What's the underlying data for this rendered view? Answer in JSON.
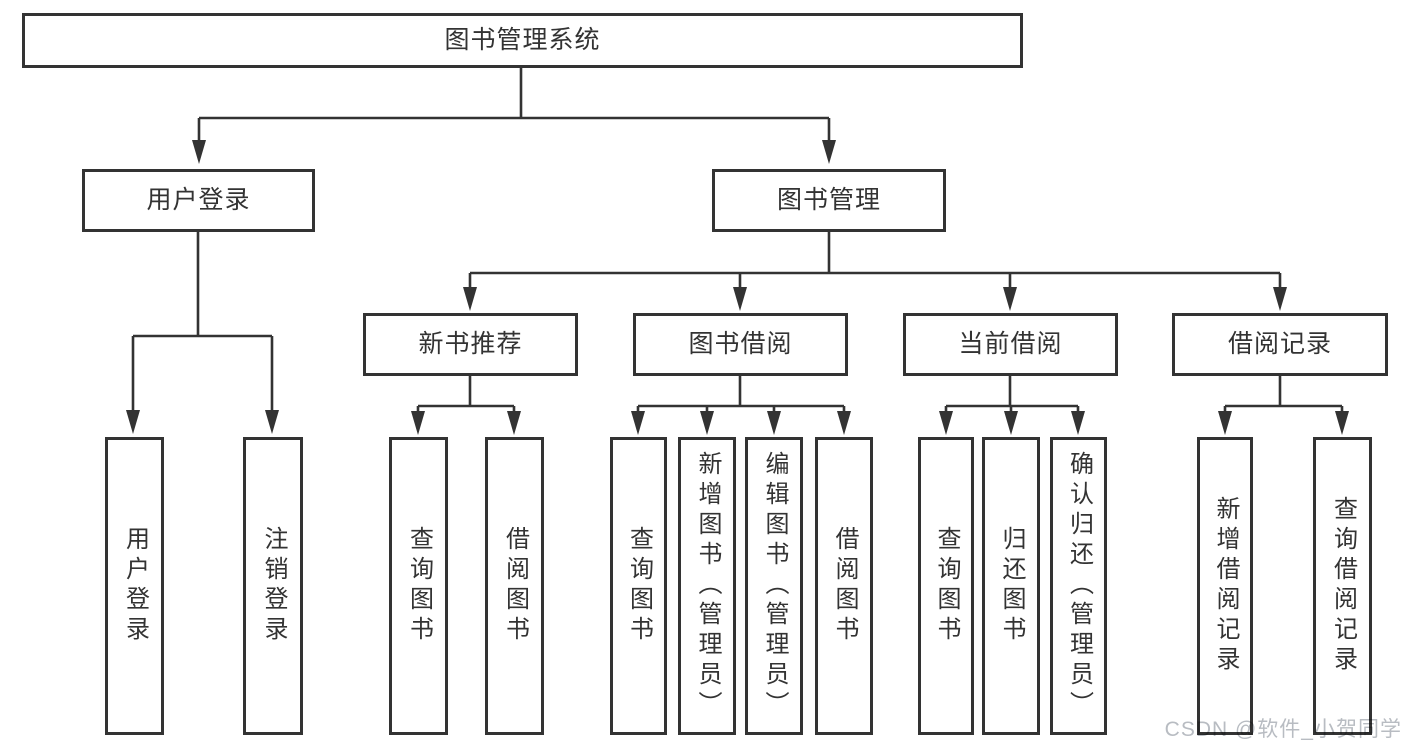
{
  "root": {
    "label": "图书管理系统"
  },
  "branches": [
    {
      "label": "用户登录",
      "children": [
        {
          "label": "用户登录"
        },
        {
          "label": "注销登录"
        }
      ]
    },
    {
      "label": "图书管理",
      "children": [
        {
          "label": "新书推荐",
          "children": [
            {
              "label": "查询图书"
            },
            {
              "label": "借阅图书"
            }
          ]
        },
        {
          "label": "图书借阅",
          "children": [
            {
              "label": "查询图书"
            },
            {
              "label": "新增图书（管理员）"
            },
            {
              "label": "编辑图书（管理员）"
            },
            {
              "label": "借阅图书"
            }
          ]
        },
        {
          "label": "当前借阅",
          "children": [
            {
              "label": "查询图书"
            },
            {
              "label": "归还图书"
            },
            {
              "label": "确认归还（管理员）"
            }
          ]
        },
        {
          "label": "借阅记录",
          "children": [
            {
              "label": "新增借阅记录"
            },
            {
              "label": "查询借阅记录"
            }
          ]
        }
      ]
    }
  ],
  "watermark": "CSDN @软件_小贺同学",
  "colors": {
    "line": "#333333",
    "text": "#333333",
    "box_background": "#ffffff",
    "watermark": "#b8bcc2"
  }
}
